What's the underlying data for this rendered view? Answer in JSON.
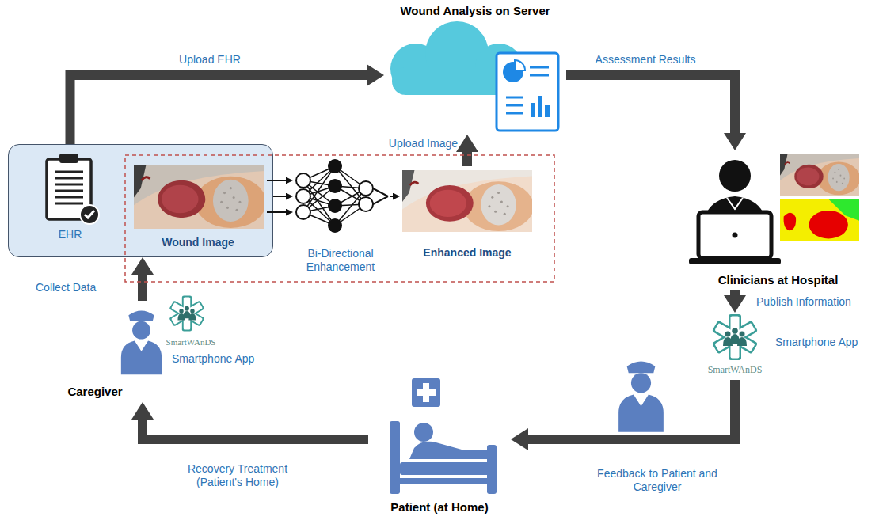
{
  "diagram": {
    "nodes": [
      {
        "text": [
          "Wound Analysis on Server"
        ]
      },
      {
        "text": []
      },
      {
        "text": [
          "EHR"
        ],
        "in": 1
      },
      {
        "text": [
          "Wound Image"
        ],
        "in": 1
      },
      {
        "text": [
          "Bi-Directional Enhancement"
        ]
      },
      {
        "text": [
          "Enhanced Image"
        ]
      },
      {
        "text": [
          "Clinicians at Hospital"
        ]
      },
      {
        "text": [
          "SmartWAnDS",
          "Smartphone App"
        ]
      },
      {
        "text": [
          "Patient (at Home)"
        ]
      },
      {
        "text": [
          "Caregiver"
        ]
      },
      {
        "text": [
          "SmartWAnDS",
          "Smartphone App"
        ]
      }
    ],
    "edges": [
      {
        "from": 2,
        "to": 0,
        "label": "Upload EHR",
        "arrow": "to"
      },
      {
        "from": 5,
        "to": 0,
        "label": "Upload Image",
        "arrow": "to"
      },
      {
        "from": 0,
        "to": 6,
        "label": "Assessment Results",
        "arrow": "to"
      },
      {
        "from": 6,
        "to": 7,
        "label": "Publish Information",
        "arrow": "to"
      },
      {
        "from": 7,
        "to": 8,
        "label": "Feedback to Patient and Caregiver",
        "arrow": "to"
      },
      {
        "from": 8,
        "to": 9,
        "label": "Recovery Treatment (Patient's Home)",
        "arrow": "to"
      },
      {
        "from": 9,
        "to": 1,
        "label": "Collect Data",
        "arrow": "to"
      },
      {
        "from": 3,
        "to": 4,
        "arrow": "to"
      },
      {
        "from": 4,
        "to": 5,
        "arrow": "to"
      }
    ]
  }
}
